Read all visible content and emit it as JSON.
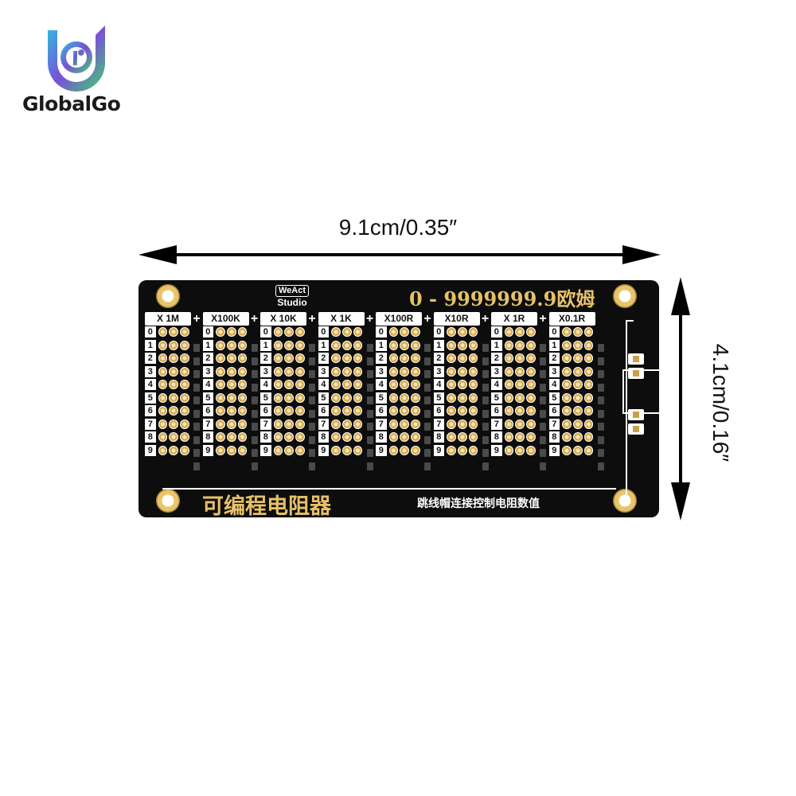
{
  "logo": {
    "text": "GlobalGo",
    "colors": [
      "#2fbde0",
      "#7a4fd6",
      "#3fd36b"
    ]
  },
  "dimensions": {
    "width_label": "9.1cm/0.35″",
    "height_label": "4.1cm/0.16″"
  },
  "board": {
    "brand_line1": "WeAct",
    "brand_line2": "Studio",
    "range_title": "0 - 9999999.9欧姆",
    "module_title": "可编程电阻器",
    "module_subtitle": "跳线帽连接控制电阻数值",
    "columns": [
      {
        "header": "X 1M"
      },
      {
        "header": "X100K"
      },
      {
        "header": "X 10K"
      },
      {
        "header": "X 1K"
      },
      {
        "header": "X100R"
      },
      {
        "header": "X10R"
      },
      {
        "header": "X 1R"
      },
      {
        "header": "X0.1R"
      }
    ],
    "digits": [
      "0",
      "1",
      "2",
      "3",
      "4",
      "5",
      "6",
      "7",
      "8",
      "9"
    ],
    "plus_sign": "+",
    "colors": {
      "board": "#0d0d0d",
      "gold": "#e6c169",
      "silk": "#ffffff"
    }
  }
}
